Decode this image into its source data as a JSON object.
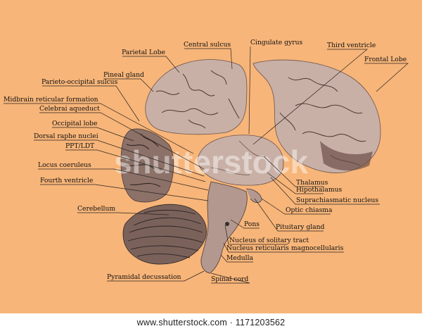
{
  "colors": {
    "background": "#f7b579",
    "tissue": "#c9b0a6",
    "tissue_dark": "#5a4540",
    "line": "#2a2320"
  },
  "labels": {
    "parietal_lobe": "Parietal Lobe",
    "central_sulcus": "Central sulcus",
    "cingulate_gyrus": "Cingulate gyrus",
    "third_ventricle": "Third ventricle",
    "frontal_lobe": "Frontal Lobe",
    "pineal_gland": "Pineal gland",
    "parieto_occipital_sulcus": "Parieto-occipital sulcus",
    "midbrain_reticular_formation": "Midbrain reticular formation",
    "celebrai_aqueduct": "Celebrai aqueduct",
    "occipital_lobe": "Occipital lobe",
    "dorsal_raphe_nuclei": "Dorsal raphe nuclei",
    "ppt_ldt": "PPT/LDT",
    "locus_coeruleus": "Locus coeruleus",
    "fourth_ventricle": "Fourth ventricle",
    "cerebellum": "Cerebellum",
    "thalamus": "Thalamus",
    "hipothalamus": "Hipothalamus",
    "suprachiasmatic_nucleus": "Suprachiasmatic nucleus",
    "optic_chiasma": "Optic chiasma",
    "pons": "Pons",
    "pituitary_gland": "Pituitary gland",
    "nucleus_solitary_tract": "Nucleus of solitary tract",
    "nucleus_reticularis": "Nucleus reticularis magnocellularis",
    "medulla": "Medulla",
    "pyramidal_decussation": "Pyramidal decussation",
    "spinal_cord": "Spinal cord"
  },
  "watermark": {
    "text": "shutterstock"
  },
  "footer": {
    "text": "www.shutterstock.com · 1171203562"
  }
}
